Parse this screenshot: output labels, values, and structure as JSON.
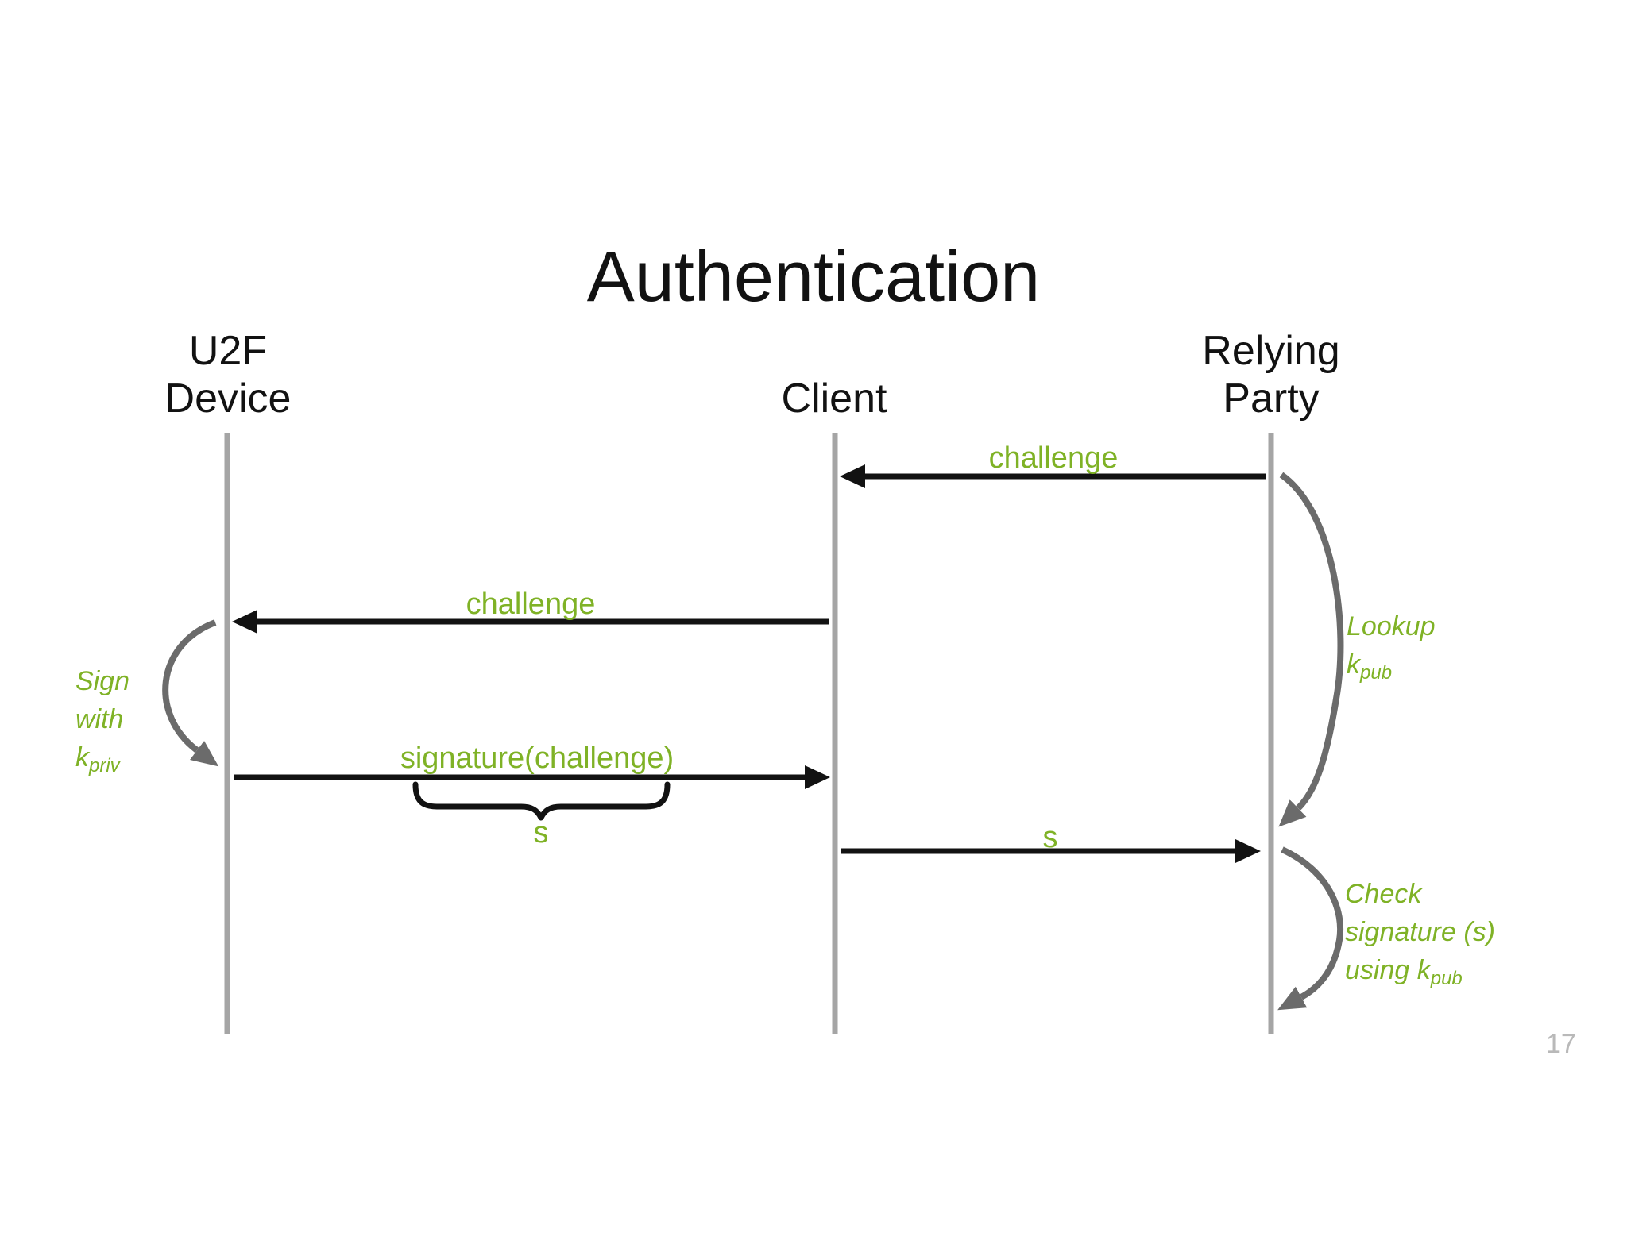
{
  "title": "Authentication",
  "page_number": "17",
  "colors": {
    "green": "#7fb226",
    "ink": "#121212",
    "lifeline": "#a5a5a5",
    "curve": "#6b6b6b",
    "page": "#b9b9b9"
  },
  "actors": {
    "u2f": {
      "line1": "U2F",
      "line2": "Device"
    },
    "client": {
      "label": "Client"
    },
    "relying_party": {
      "line1": "Relying",
      "line2": "Party"
    }
  },
  "messages": {
    "challenge_rp_to_client": "challenge",
    "challenge_client_to_device": "challenge",
    "signature_device_to_client": "signature(challenge)",
    "signature_shorthand": "s",
    "s_client_to_rp": "s"
  },
  "annotations": {
    "sign": {
      "line1": "Sign",
      "line2": "with",
      "k": "k",
      "k_sub": "priv"
    },
    "lookup": {
      "line1": "Lookup",
      "k": "k",
      "k_sub": "pub"
    },
    "check": {
      "line1": "Check",
      "line2": "signature (s)",
      "line3_prefix": "using ",
      "k": "k",
      "k_sub": "pub"
    }
  }
}
